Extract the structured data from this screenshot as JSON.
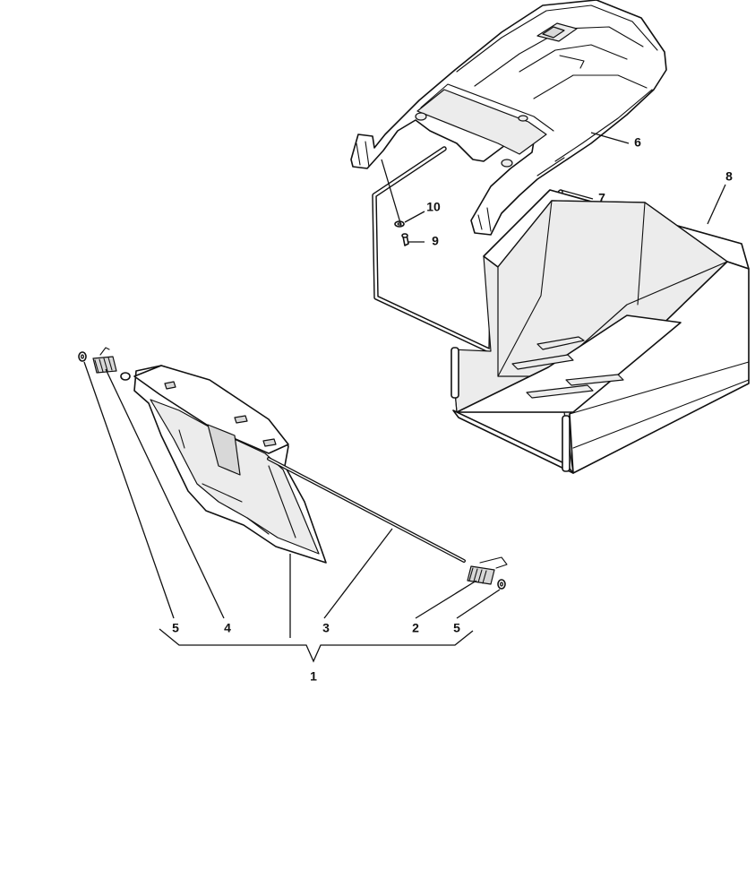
{
  "labels": {
    "l1": "1",
    "l2": "2",
    "l3": "3",
    "l4": "4",
    "l5a": "5",
    "l5b": "5",
    "l6": "6",
    "l7": "7",
    "l8": "8",
    "l9": "9",
    "l10": "10"
  }
}
